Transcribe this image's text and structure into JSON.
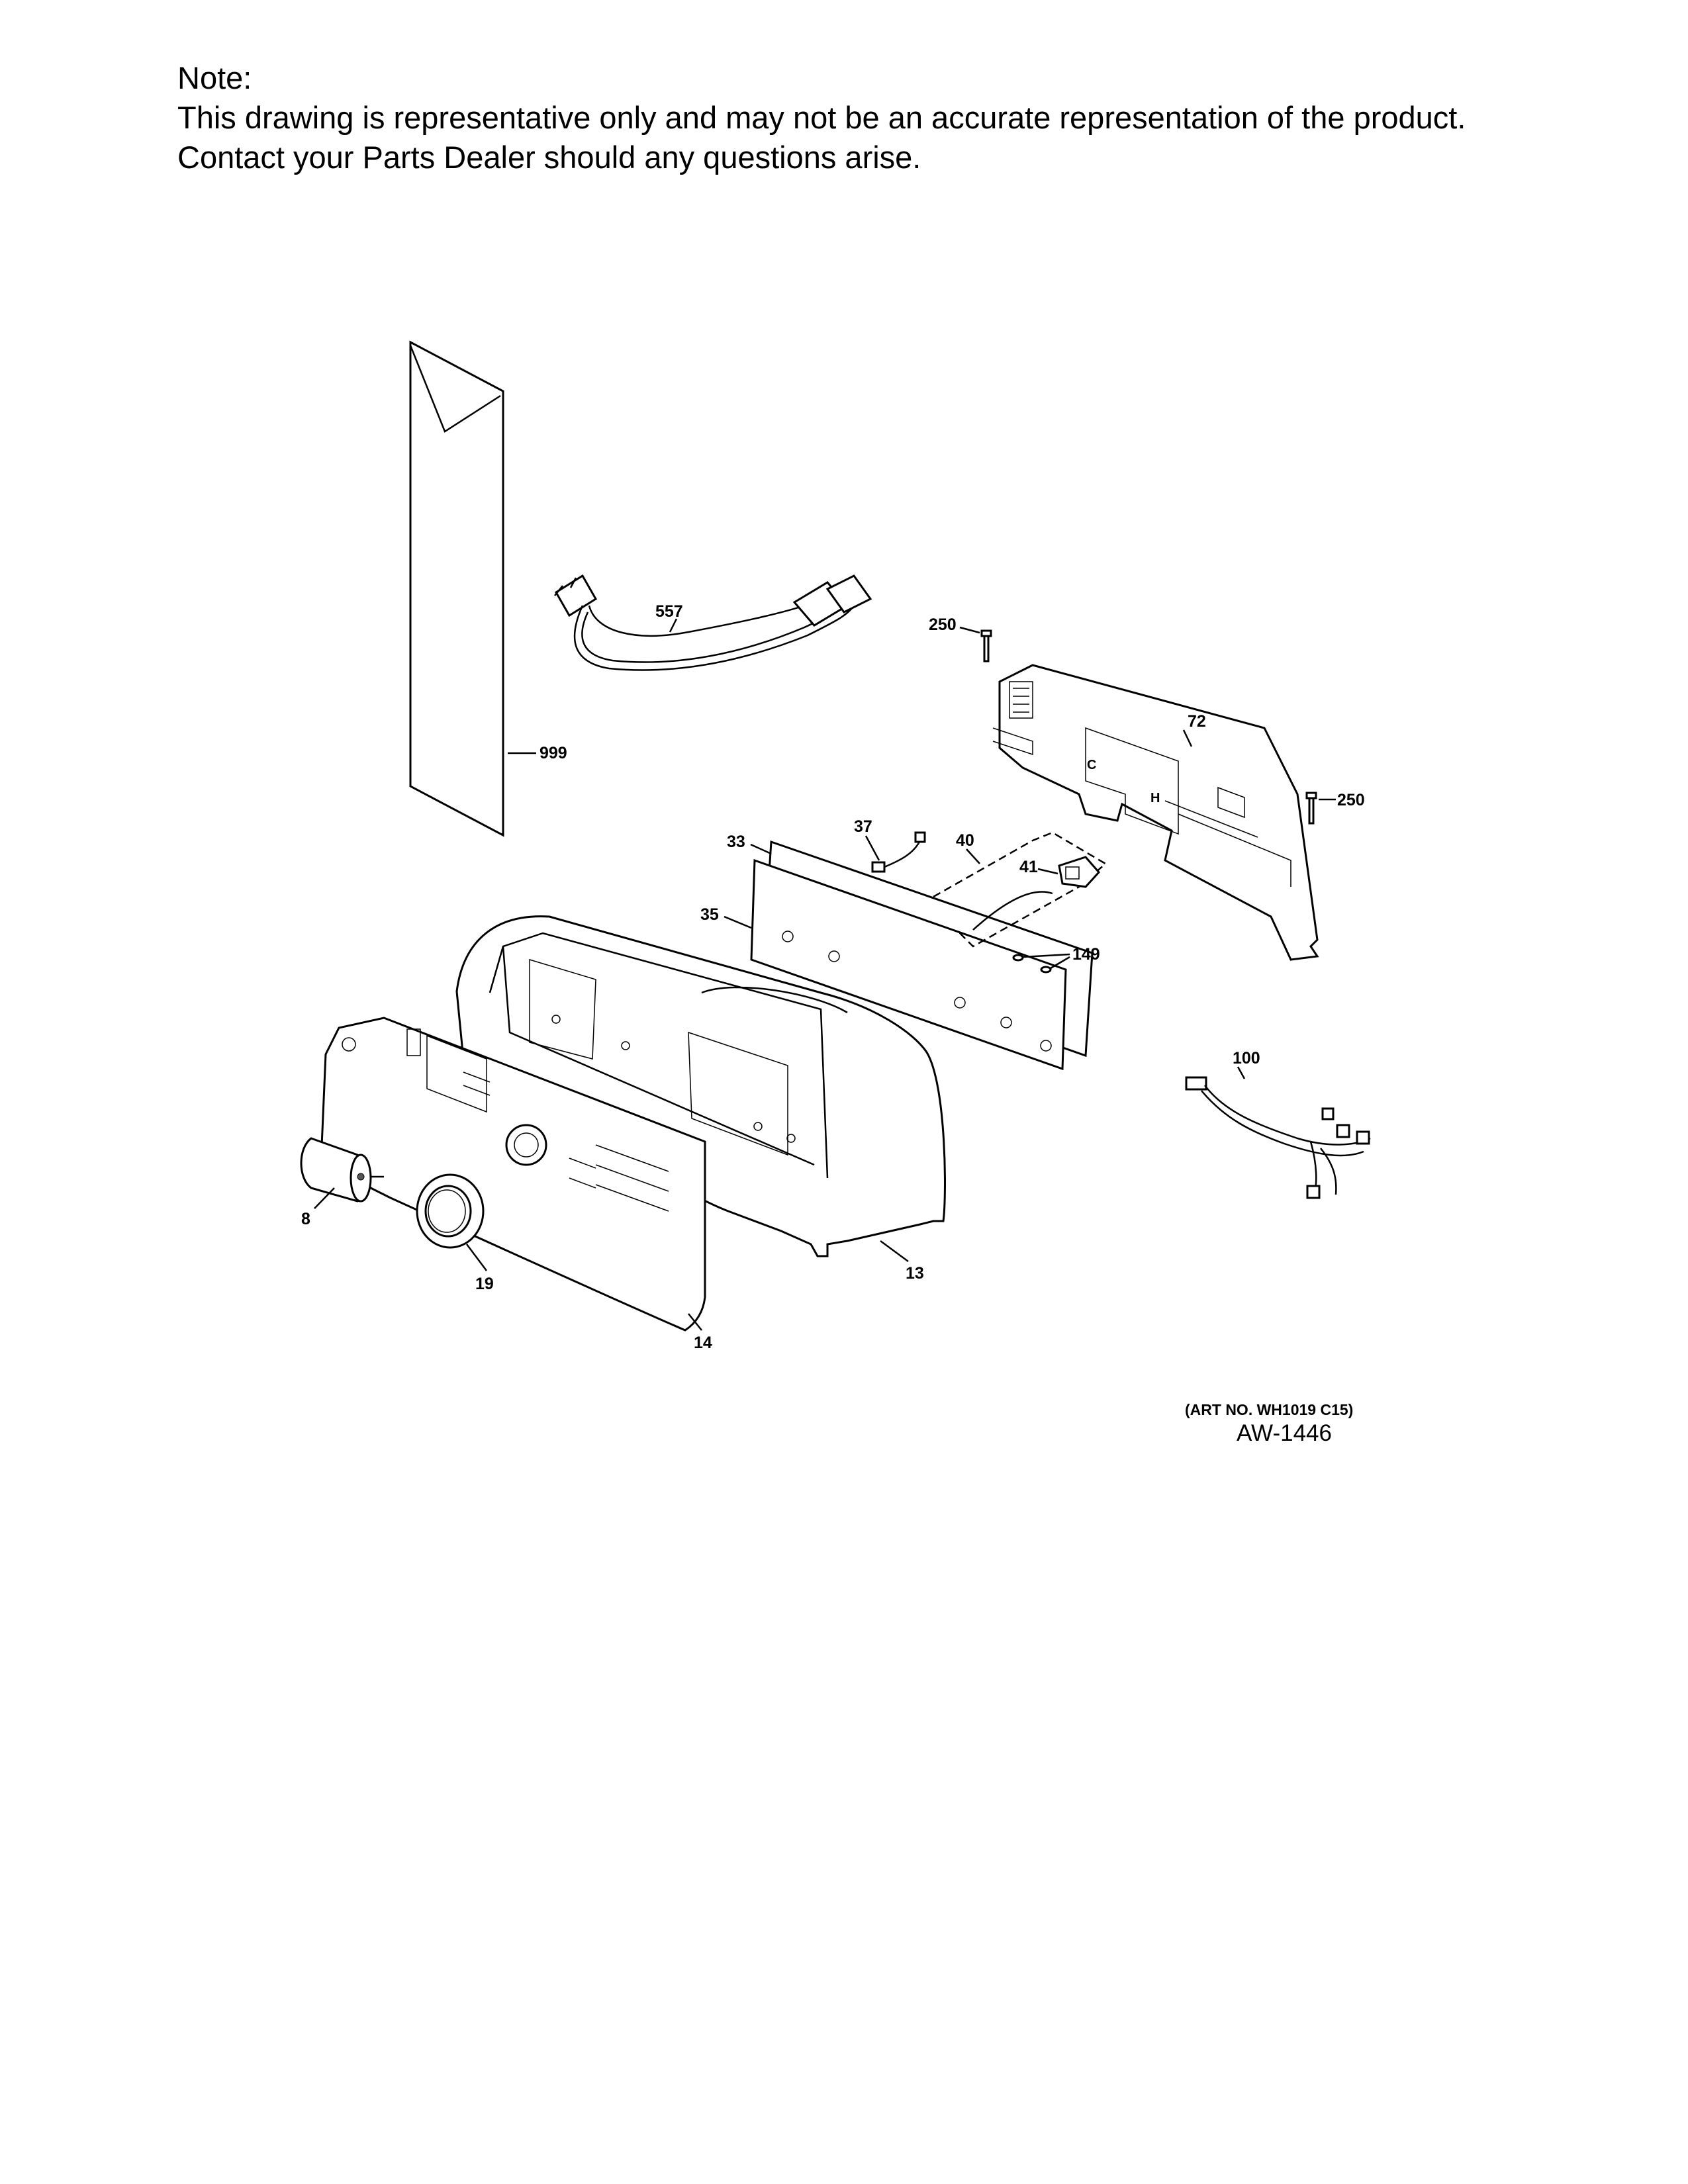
{
  "note": {
    "heading": "Note:",
    "line1": "This drawing is representative only and may not be an accurate representation of the product.",
    "line2": "Contact your Parts Dealer should any questions arise."
  },
  "callouts": {
    "literature": "999",
    "power_cord": "557",
    "screw_top_left": "250",
    "screw_right": "250",
    "back_panel": "72",
    "bracket": "33",
    "cable_37": "37",
    "cable_40": "40",
    "connector_41": "41",
    "board": "35",
    "screws_149": "149",
    "harness": "100",
    "console_housing": "13",
    "knob": "8",
    "knob_ring": "19",
    "control_panel": "14"
  },
  "footer": {
    "art_no": "(ART NO. WH1019 C15)",
    "aw_code": "AW-1446"
  }
}
